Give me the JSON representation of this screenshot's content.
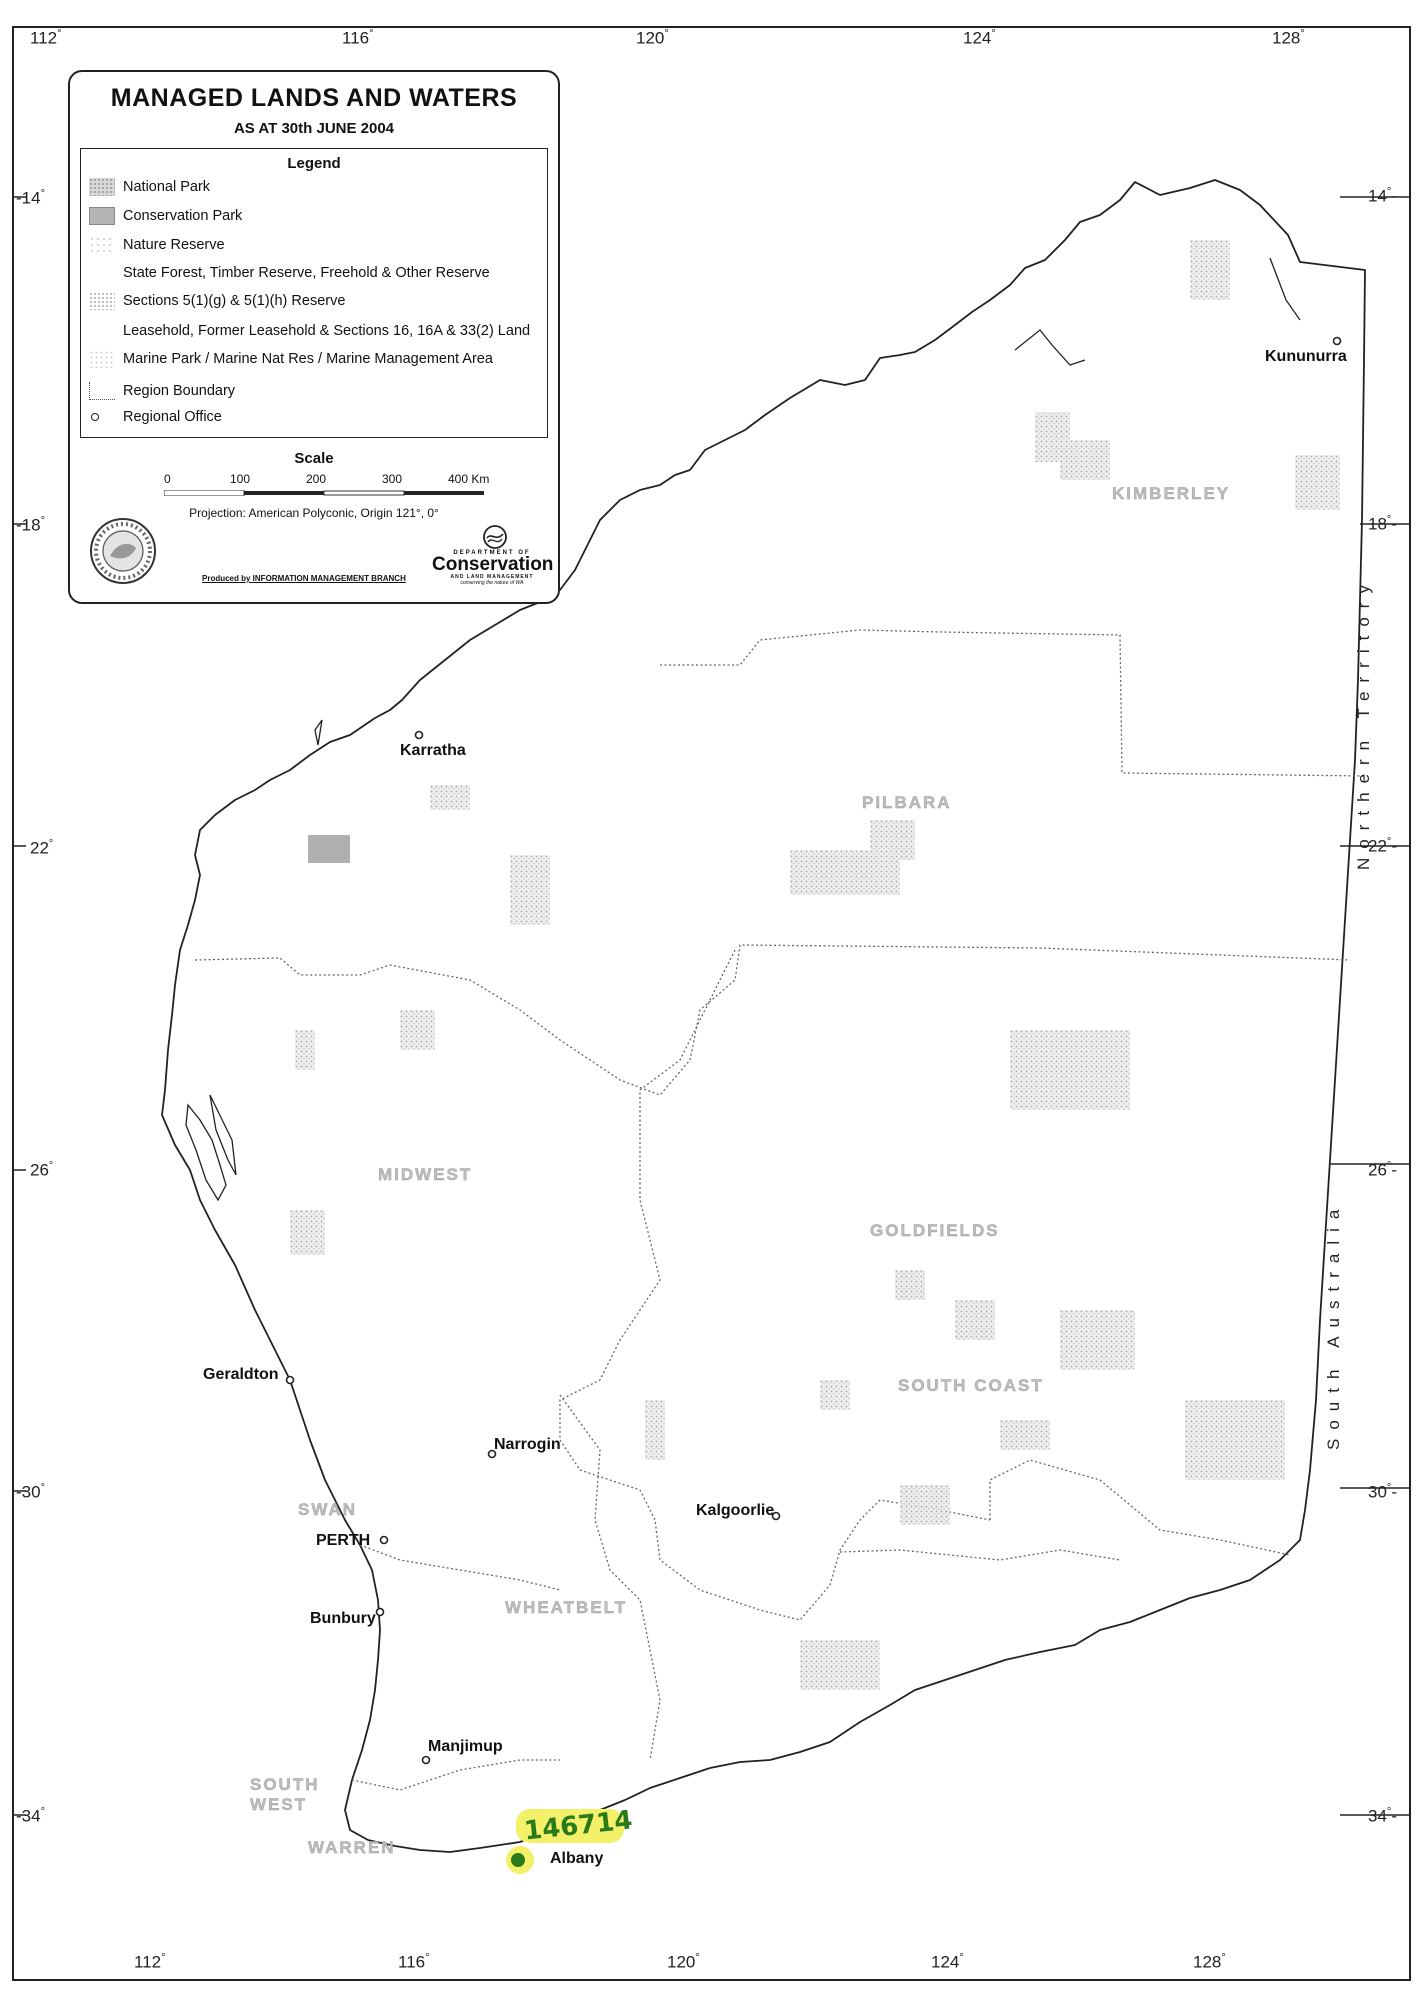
{
  "legend": {
    "title": "MANAGED LANDS AND WATERS",
    "subtitle": "AS AT 30th JUNE 2004",
    "heading": "Legend",
    "items": [
      {
        "label": "National Park",
        "fill": "#d7d7d7",
        "pattern": "stipple"
      },
      {
        "label": "Conservation Park",
        "fill": "#b5b5b5",
        "pattern": "solid"
      },
      {
        "label": "Nature Reserve",
        "fill": "#f1f1f1",
        "pattern": "light"
      },
      {
        "label": "State Forest, Timber Reserve, Freehold & Other Reserve",
        "fill": "#ffffff",
        "pattern": "none"
      },
      {
        "label": "Sections 5(1)(g) & 5(1)(h) Reserve",
        "fill": "#e0e0e0",
        "pattern": "stipple"
      },
      {
        "label": "Leasehold, Former Leasehold & Sections 16, 16A & 33(2) Land",
        "fill": "#ffffff",
        "pattern": "none"
      },
      {
        "label": "Marine Park / Marine Nat Res / Marine Management Area",
        "fill": "#ececec",
        "pattern": "light"
      },
      {
        "label": "Region Boundary",
        "fill": "#ffffff",
        "pattern": "dotted-line"
      },
      {
        "label": "Regional Office",
        "fill": "#ffffff",
        "pattern": "circle"
      }
    ],
    "scale_title": "Scale",
    "scale_ticks": [
      "0",
      "100",
      "200",
      "300",
      "400 Km"
    ],
    "projection": "Projection: American Polyconic, Origin 121°, 0°",
    "produced_by": "Produced by INFORMATION MANAGEMENT BRANCH",
    "dept_small": "DEPARTMENT OF",
    "dept_name": "Conservation",
    "dept_sub": "AND LAND MANAGEMENT",
    "dept_tag": "conserving the nature of WA"
  },
  "axes": {
    "longitudes": [
      "112",
      "116",
      "120",
      "124",
      "128"
    ],
    "latitudes": [
      "14",
      "18",
      "22",
      "26",
      "30",
      "34"
    ],
    "degree_symbol": "°"
  },
  "towns": [
    {
      "name": "Kununurra"
    },
    {
      "name": "Karratha"
    },
    {
      "name": "Geraldton"
    },
    {
      "name": "Kalgoorlie"
    },
    {
      "name": "PERTH"
    },
    {
      "name": "Narrogin"
    },
    {
      "name": "Bunbury"
    },
    {
      "name": "Manjimup"
    },
    {
      "name": "Albany"
    }
  ],
  "regions": [
    "KIMBERLEY",
    "PILBARA",
    "MIDWEST",
    "GOLDFIELDS",
    "SWAN",
    "WHEATBELT",
    "SOUTH COAST",
    "SOUTH WEST",
    "WARREN"
  ],
  "borders": {
    "east_top": "Northern Territory",
    "east_bottom": "South Australia"
  },
  "annotation": {
    "text": "146714",
    "highlight": "#f3f06a",
    "ink": "#2a7a1a"
  }
}
